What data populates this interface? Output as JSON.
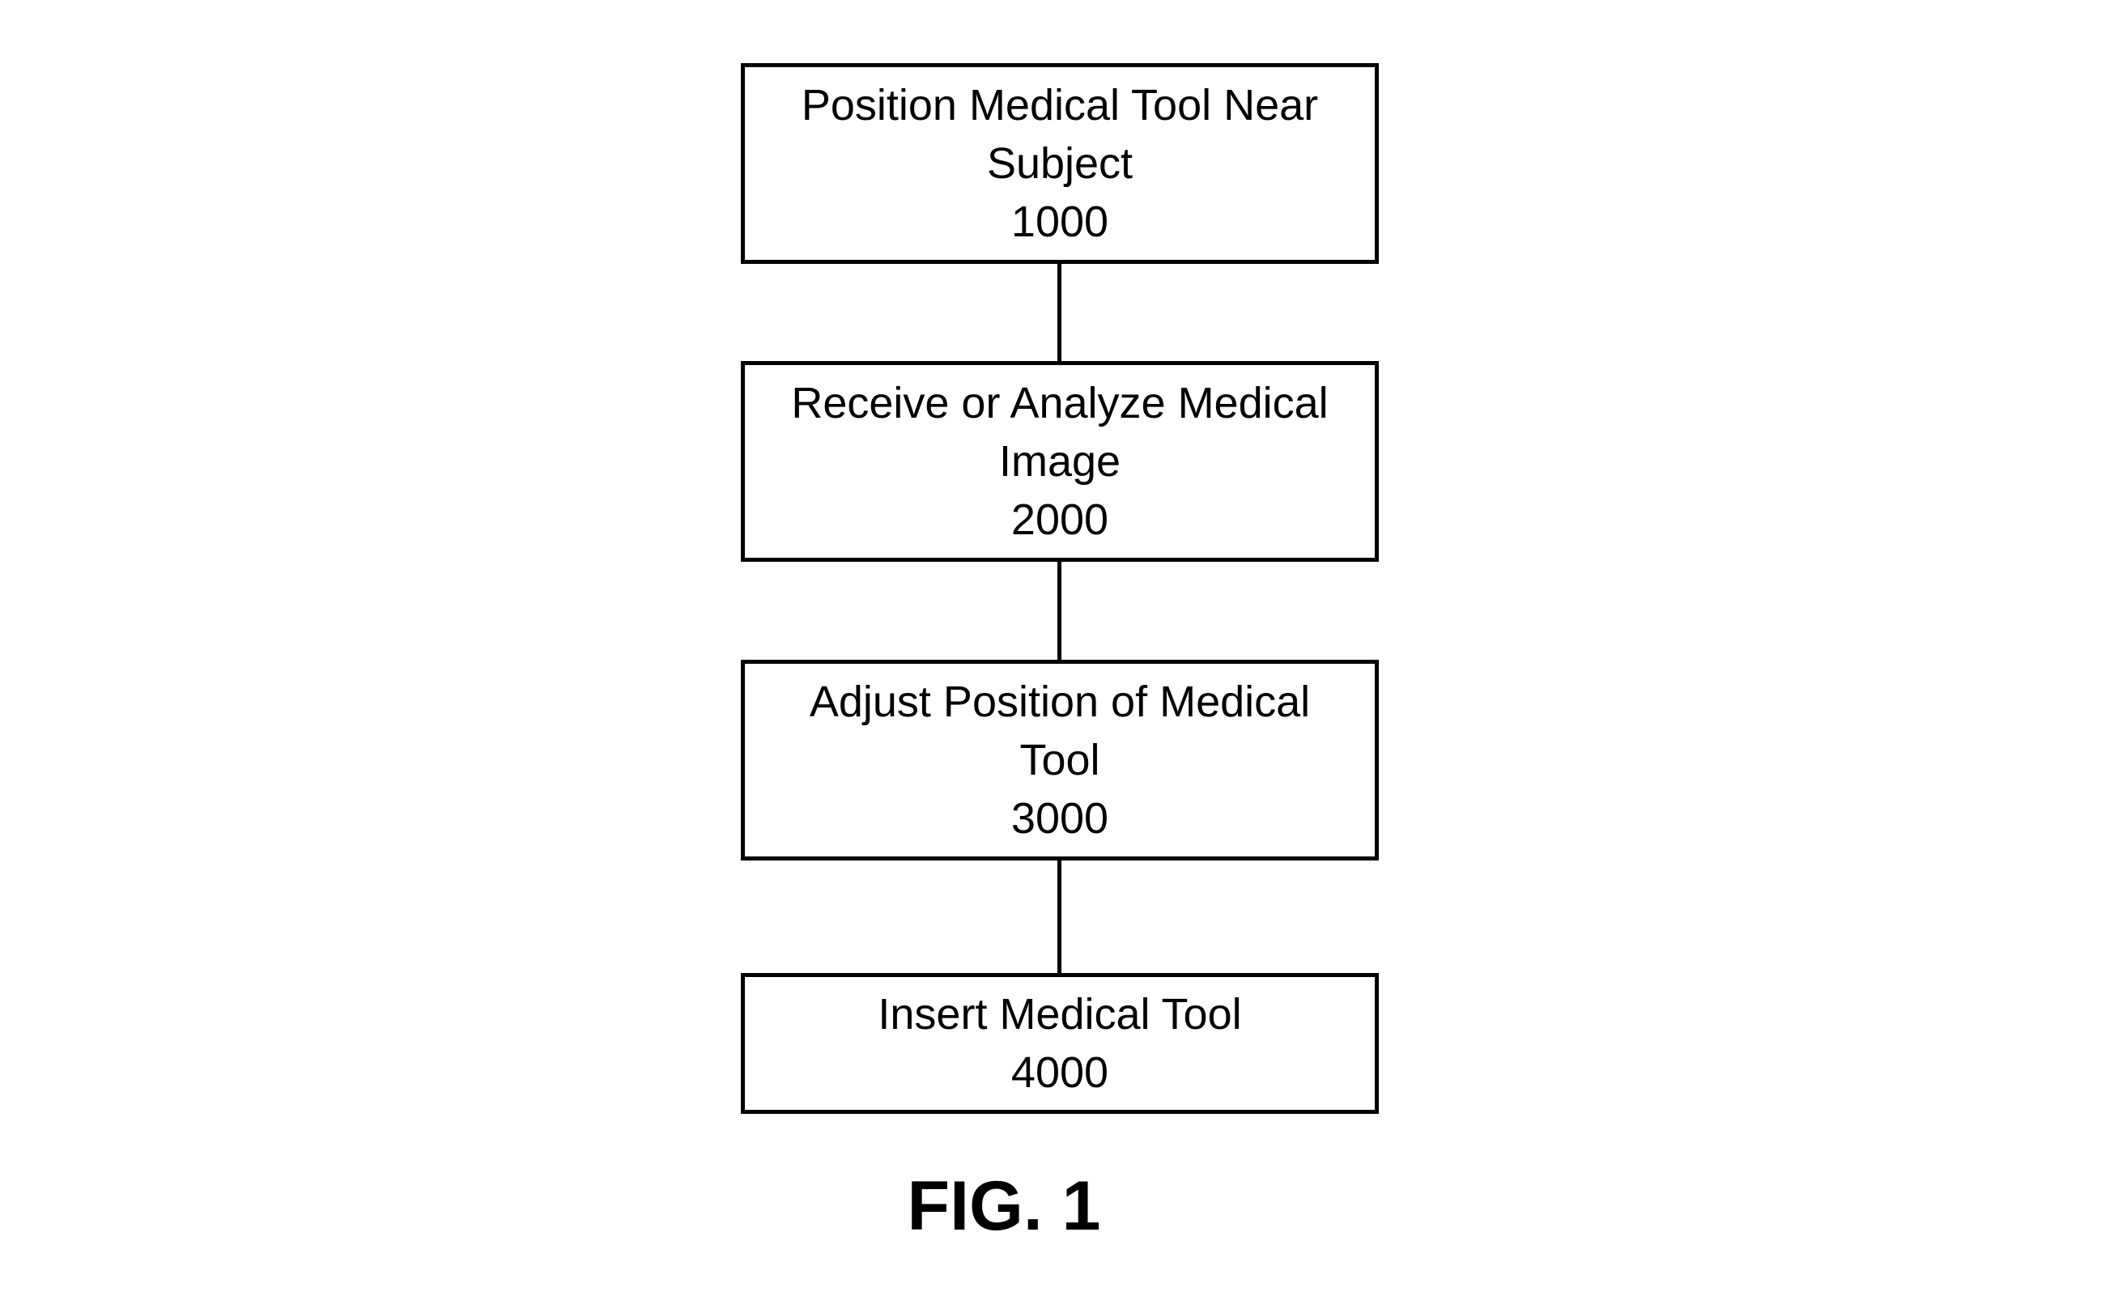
{
  "flowchart": {
    "steps": [
      {
        "label": "Position Medical Tool Near Subject",
        "ref": "1000"
      },
      {
        "label": "Receive or Analyze Medical Image",
        "ref": "2000"
      },
      {
        "label": "Adjust Position of Medical Tool",
        "ref": "3000"
      },
      {
        "label": "Insert Medical Tool",
        "ref": "4000"
      }
    ]
  },
  "figure": {
    "caption": "FIG. 1"
  }
}
